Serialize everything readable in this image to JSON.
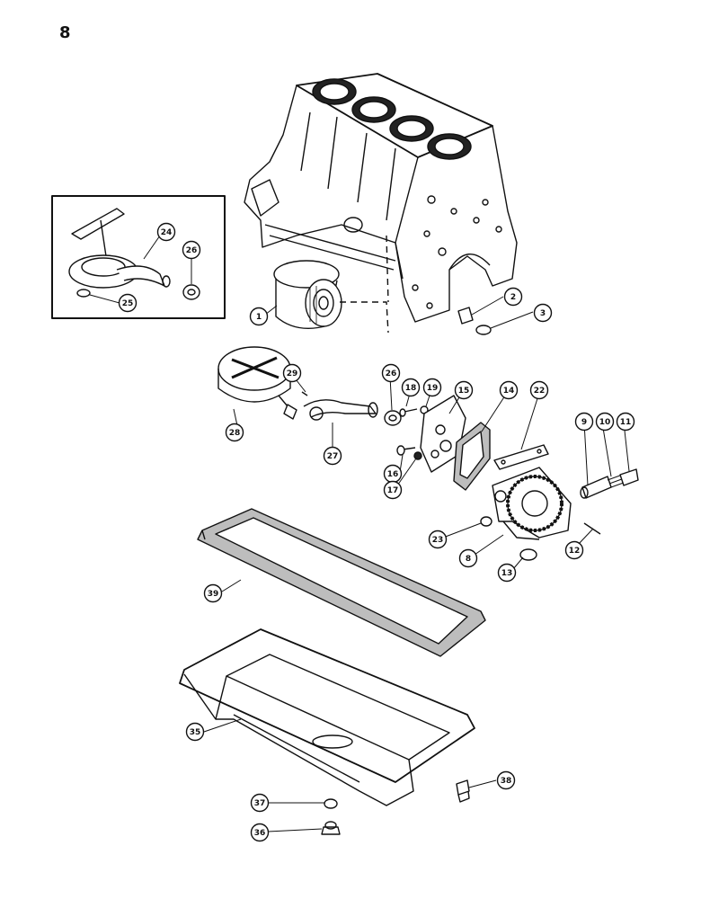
{
  "page_number": "8",
  "callouts": [
    {
      "id": "c1",
      "label": "1"
    },
    {
      "id": "c2",
      "label": "2"
    },
    {
      "id": "c3",
      "label": "3"
    },
    {
      "id": "c8",
      "label": "8"
    },
    {
      "id": "c9",
      "label": "9"
    },
    {
      "id": "c10",
      "label": "10"
    },
    {
      "id": "c11",
      "label": "11"
    },
    {
      "id": "c12",
      "label": "12"
    },
    {
      "id": "c13",
      "label": "13"
    },
    {
      "id": "c14",
      "label": "14"
    },
    {
      "id": "c15",
      "label": "15"
    },
    {
      "id": "c16",
      "label": "16"
    },
    {
      "id": "c17",
      "label": "17"
    },
    {
      "id": "c18",
      "label": "18"
    },
    {
      "id": "c19",
      "label": "19"
    },
    {
      "id": "c22",
      "label": "22"
    },
    {
      "id": "c23",
      "label": "23"
    },
    {
      "id": "c24",
      "label": "24"
    },
    {
      "id": "c25",
      "label": "25"
    },
    {
      "id": "c26a",
      "label": "26"
    },
    {
      "id": "c26b",
      "label": "26"
    },
    {
      "id": "c27",
      "label": "27"
    },
    {
      "id": "c28",
      "label": "28"
    },
    {
      "id": "c29",
      "label": "29"
    },
    {
      "id": "c35",
      "label": "35"
    },
    {
      "id": "c36",
      "label": "36"
    },
    {
      "id": "c37",
      "label": "37"
    },
    {
      "id": "c38",
      "label": "38"
    },
    {
      "id": "c39",
      "label": "39"
    }
  ],
  "colors": {
    "ink": "#111111",
    "paper": "#ffffff",
    "shade": "#bdbdbd"
  }
}
